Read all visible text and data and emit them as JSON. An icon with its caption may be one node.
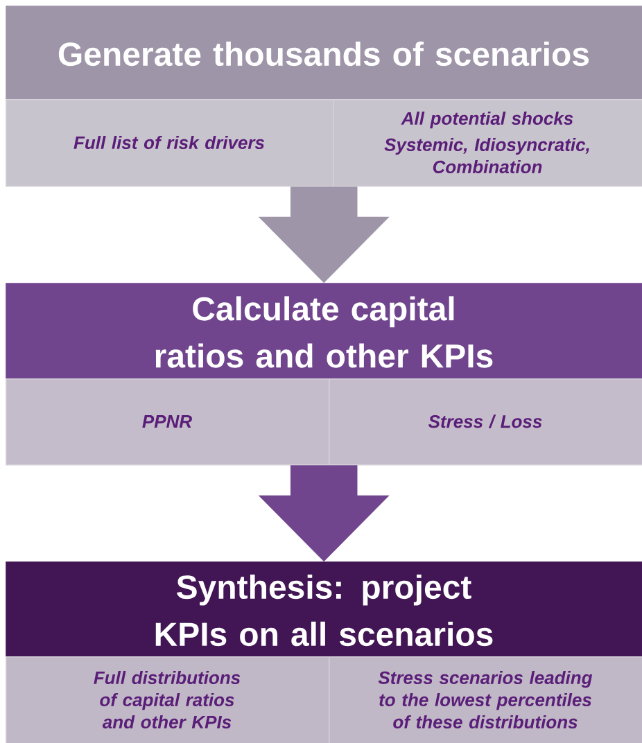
{
  "diagram": {
    "nodes": [
      {
        "text": [
          "Generate thousands of scenarios"
        ]
      },
      {
        "text": [
          "Full list of risk drivers"
        ]
      },
      {
        "text": [
          "All potential shocks",
          "Systemic, Idiosyncratic, Combination"
        ]
      },
      {
        "text": [
          "Calculate capital ratios and other KPIs"
        ]
      },
      {
        "text": [
          "PPNR"
        ]
      },
      {
        "text": [
          "Stress / Loss"
        ]
      },
      {
        "text": [
          "Synthesis: project KPIs on all scenarios"
        ]
      },
      {
        "text": [
          "Full distributions of capital ratios and other KPIs"
        ]
      },
      {
        "text": [
          "Stress scenarios leading to the lowest percentiles of these distributions"
        ]
      }
    ],
    "edges": [
      {
        "from": 1,
        "to": 3,
        "arrow": "to",
        "color": "#9e95a8"
      },
      {
        "from": 2,
        "to": 3,
        "arrow": "to",
        "color": "#9e95a8"
      },
      {
        "from": 4,
        "to": 6,
        "arrow": "to",
        "color": "#70458e"
      },
      {
        "from": 5,
        "to": 6,
        "arrow": "to",
        "color": "#70458e"
      }
    ]
  }
}
